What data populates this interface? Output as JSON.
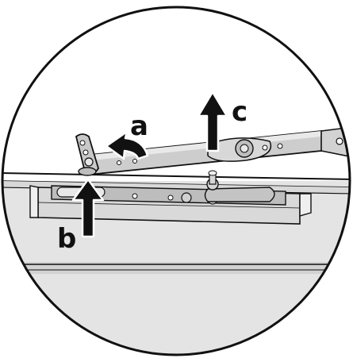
{
  "labels": {
    "a": "a",
    "b": "b",
    "c": "c"
  },
  "colors": {
    "outline": "#111111",
    "frame_fill": "#e4e4e4",
    "frame_shade": "#cfcfcf",
    "channel_fill": "#d9d9d9",
    "arm_fill": "#cdcdcd",
    "arm_light": "#e9e9e9",
    "arrow_fill": "#111111",
    "background": "#ffffff"
  },
  "icons": {
    "arrow_a": "curved-rotate-arrow",
    "arrow_b": "up-arrow",
    "arrow_c": "up-arrow"
  }
}
